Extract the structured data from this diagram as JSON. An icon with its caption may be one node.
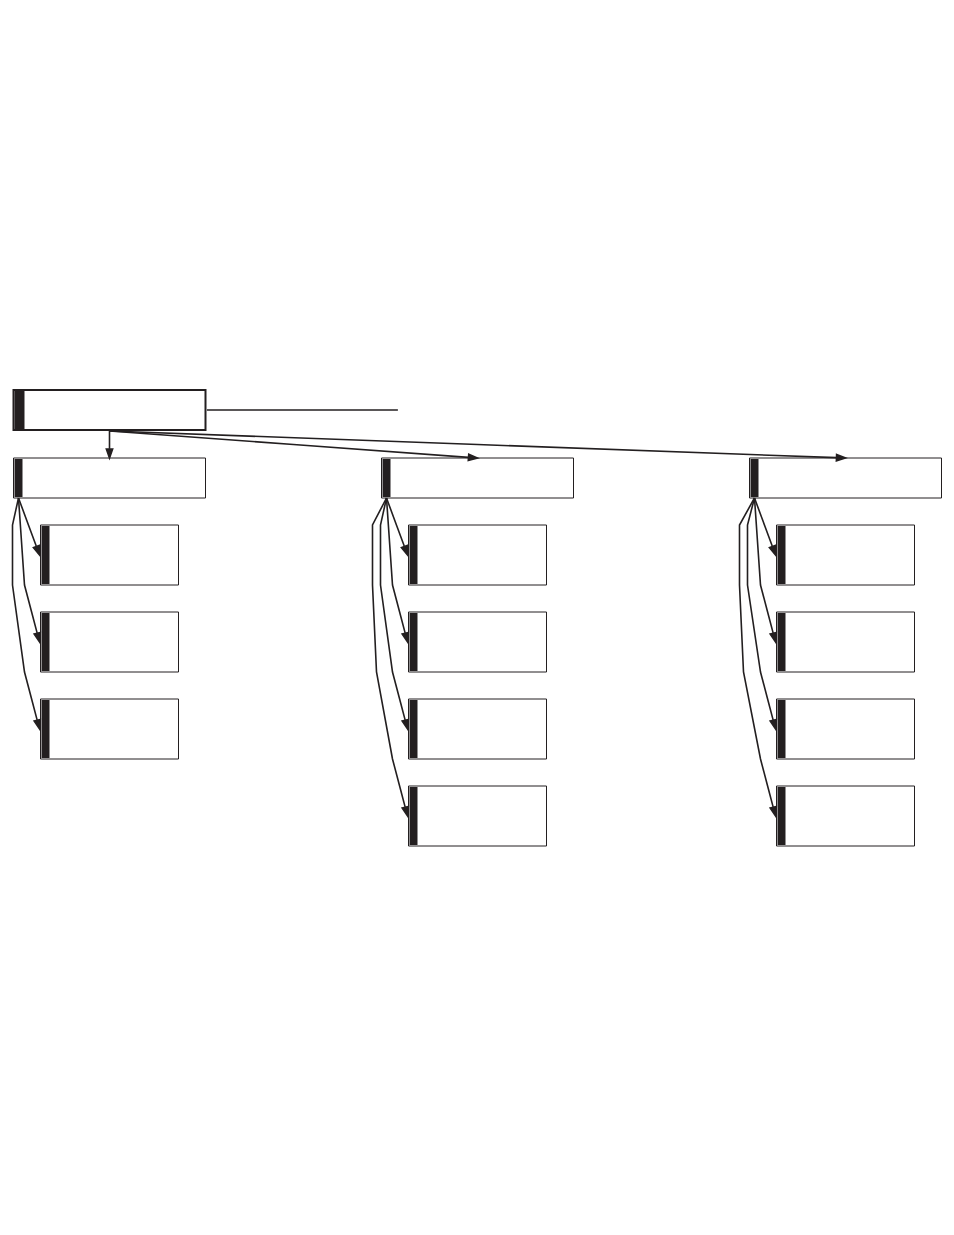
{
  "diagram": {
    "nodes": [
      {
        "text": [],
        "shape": "box"
      },
      {
        "text": [],
        "shape": "box"
      },
      {
        "text": [],
        "shape": "box"
      },
      {
        "text": [],
        "shape": "box"
      },
      {
        "text": [],
        "shape": "box"
      },
      {
        "text": [],
        "shape": "box"
      },
      {
        "text": [],
        "shape": "box"
      },
      {
        "text": [],
        "shape": "box"
      },
      {
        "text": [],
        "shape": "box"
      },
      {
        "text": [],
        "shape": "box"
      },
      {
        "text": [],
        "shape": "box"
      },
      {
        "text": [],
        "shape": "box"
      },
      {
        "text": [],
        "shape": "box"
      },
      {
        "text": [],
        "shape": "box"
      },
      {
        "text": [],
        "shape": "box"
      }
    ],
    "edges": [
      {
        "from": 0,
        "to": 1,
        "arrow": "to"
      },
      {
        "from": 0,
        "to": 2,
        "arrow": "to"
      },
      {
        "from": 0,
        "to": 3,
        "arrow": "to"
      },
      {
        "from": 0,
        "to": null,
        "arrow": "none"
      },
      {
        "from": 1,
        "to": 4,
        "arrow": "to"
      },
      {
        "from": 1,
        "to": 5,
        "arrow": "to"
      },
      {
        "from": 1,
        "to": 6,
        "arrow": "to"
      },
      {
        "from": 2,
        "to": 7,
        "arrow": "to"
      },
      {
        "from": 2,
        "to": 8,
        "arrow": "to"
      },
      {
        "from": 2,
        "to": 9,
        "arrow": "to"
      },
      {
        "from": 2,
        "to": 10,
        "arrow": "to"
      },
      {
        "from": 3,
        "to": 11,
        "arrow": "to"
      },
      {
        "from": 3,
        "to": 12,
        "arrow": "to"
      },
      {
        "from": 3,
        "to": 13,
        "arrow": "to"
      },
      {
        "from": 3,
        "to": 14,
        "arrow": "to"
      }
    ]
  }
}
